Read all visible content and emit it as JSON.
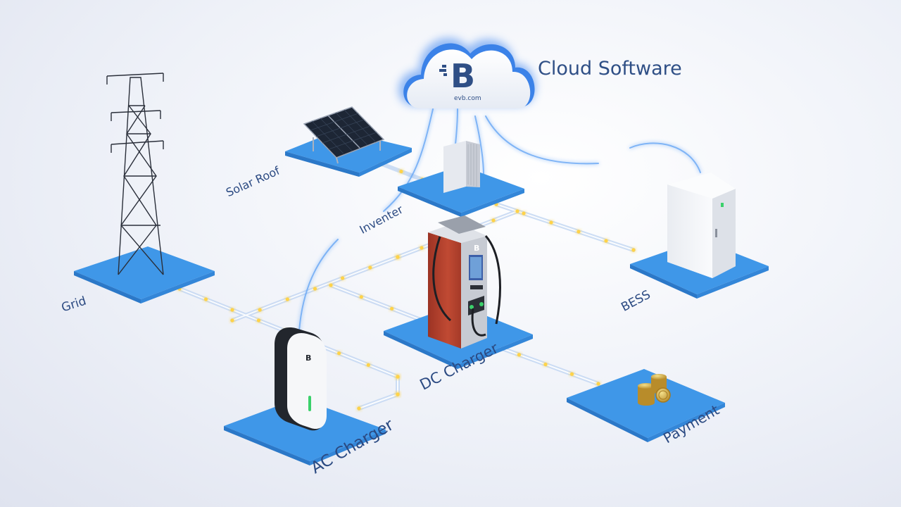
{
  "header": {
    "title": "Cloud Software"
  },
  "cloud": {
    "brand_letter": "B",
    "domain": "evb.com"
  },
  "nodes": {
    "grid": {
      "label": "Grid",
      "icon": "power-tower-icon"
    },
    "solar": {
      "label": "Solar Roof",
      "icon": "solar-panel-icon"
    },
    "inverter": {
      "label": "Inventer",
      "icon": "inverter-icon"
    },
    "bess": {
      "label": "BESS",
      "icon": "battery-cabinet-icon"
    },
    "dc": {
      "label": "DC Charger",
      "icon": "dc-charger-icon",
      "brand_letter": "B"
    },
    "ac": {
      "label": "AC Charger",
      "icon": "ac-charger-icon",
      "brand_letter": "B"
    },
    "payment": {
      "label": "Payment",
      "icon": "coins-icon"
    }
  },
  "colors": {
    "platform": "#3f97e8",
    "platform_edge": "#2b78c8",
    "cable": "#c9dcf5",
    "light": "#ffd34a",
    "text": "#2b4a82",
    "charger_red": "#b8412e",
    "cloud_glow": "#5a9cf0"
  }
}
